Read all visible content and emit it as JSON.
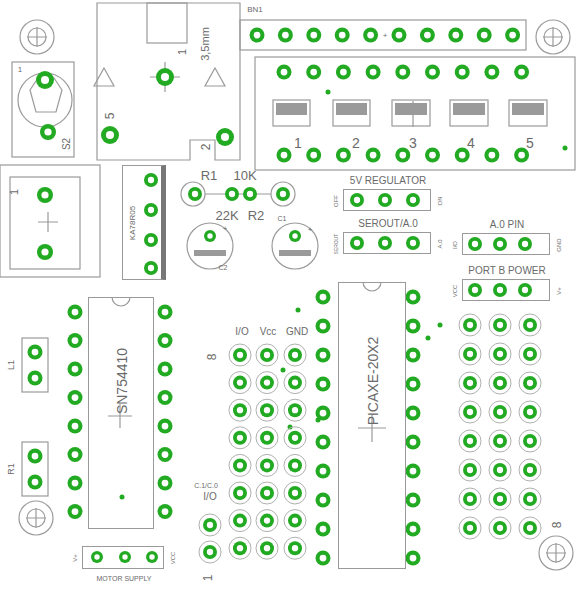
{
  "diagram": {
    "nodes": [
      {
        "text": [
          "KA78R05"
        ]
      },
      {
        "text": [
          "5V REGULATOR",
          "OFF",
          "ON"
        ]
      },
      {
        "text": [
          "SEROUT/A.0",
          "SEROUT",
          "A.0"
        ]
      },
      {
        "text": [
          "A.0 PIN",
          "I/O",
          "GND"
        ]
      },
      {
        "text": [
          "PORT B POWER",
          "VCC",
          "V+"
        ]
      },
      {
        "text": [
          "SN754410"
        ]
      },
      {
        "text": [
          "PICAXE-20X2"
        ]
      },
      {
        "text": [
          "MOTOR SUPPLY",
          "V+",
          "VCC"
        ]
      }
    ],
    "labels": [
      "BN1",
      "+",
      "3,5mm",
      "1",
      "5",
      "2",
      "1",
      "S2",
      "1",
      "2",
      "3",
      "4",
      "5",
      "1",
      "R1",
      "10K",
      "22K",
      "R2",
      "+",
      "C2",
      "+",
      "C1",
      "I/O",
      "Vcc",
      "GND",
      "8",
      "C.1/C.0",
      "I/O",
      "1",
      "8",
      "L1",
      "R1"
    ]
  }
}
